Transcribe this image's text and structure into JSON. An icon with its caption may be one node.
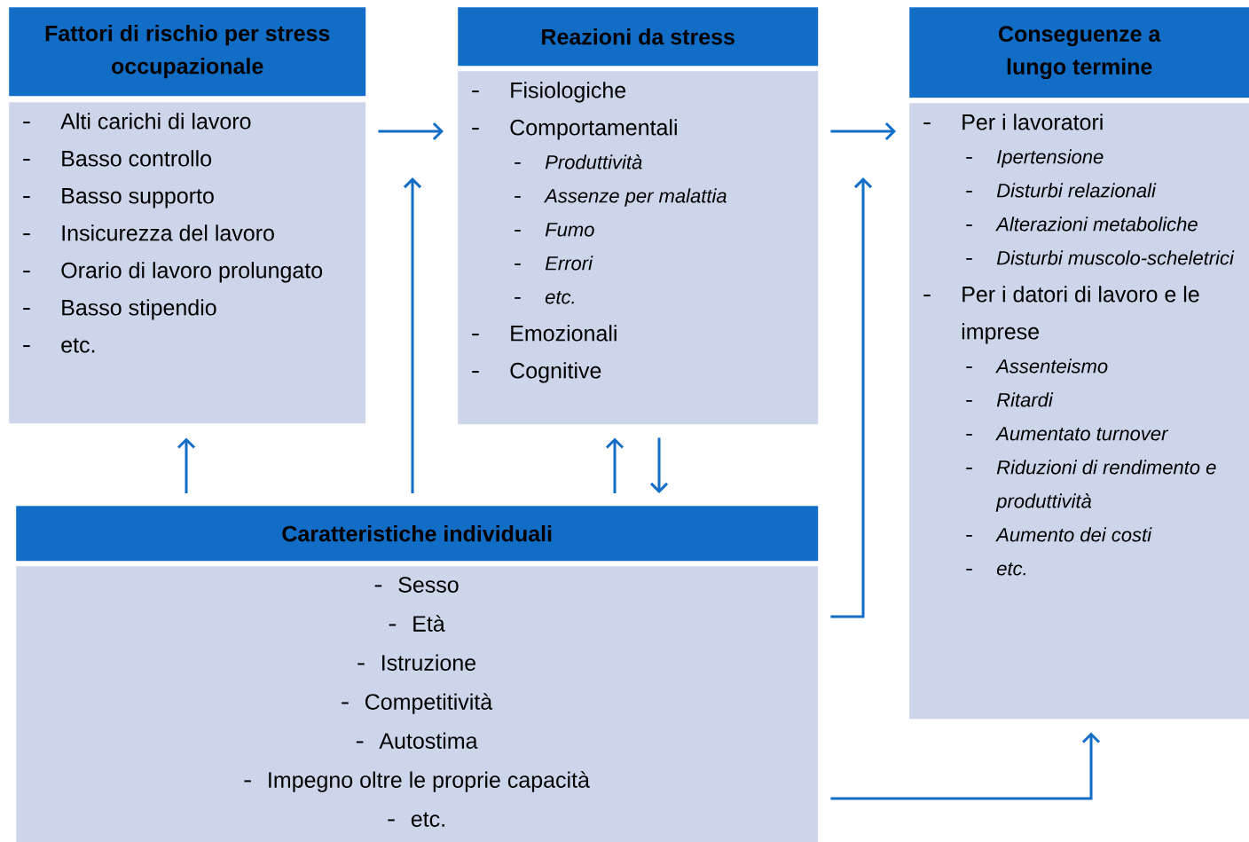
{
  "diagram": {
    "nodes": [
      {
        "text": [
          "Fattori di rischio per stress occupazionale"
        ]
      },
      {
        "text": [
          "Alti carichi di lavoro",
          "Basso controllo",
          "Basso supporto",
          "Insicurezza del lavoro",
          "Orario di lavoro prolungato",
          "Basso stipendio",
          "etc."
        ]
      },
      {
        "text": [
          "Reazioni da stress"
        ]
      },
      {
        "text": [
          "Fisiologiche",
          "Comportamentali",
          "Produttività",
          "Assenze per malattia",
          "Fumo",
          "Errori",
          "etc.",
          "Emozionali",
          "Cognitive"
        ]
      },
      {
        "text": [
          "Conseguenze a lungo termine"
        ]
      },
      {
        "text": [
          "Per i lavoratori",
          "Ipertensione",
          "Disturbi relazionali",
          "Alterazioni metaboliche",
          "Disturbi muscolo-scheletrici",
          "Per i datori di lavoro e le imprese",
          "Assenteismo",
          "Ritardi",
          "Aumentato turnover",
          "Riduzioni di rendimento e produttività",
          "Aumento dei costi",
          "etc."
        ]
      },
      {
        "text": [
          "Caratteristiche individuali"
        ]
      },
      {
        "text": [
          "Sesso",
          "Età",
          "Istruzione",
          "Competitività",
          "Autostima",
          "Impegno oltre le proprie capacità",
          "etc."
        ]
      }
    ],
    "edges": [
      {
        "from": 1,
        "to": 3,
        "arrow": "to"
      },
      {
        "from": 3,
        "to": 5,
        "arrow": "to"
      },
      {
        "from": 6,
        "to": 1,
        "arrow": "to"
      },
      {
        "from": 6,
        "to": null,
        "arrow": "to"
      },
      {
        "from": 6,
        "to": 3,
        "arrow": "to"
      },
      {
        "from": 3,
        "to": 6,
        "arrow": "to"
      },
      {
        "from": 7,
        "to": null,
        "arrow": "to"
      },
      {
        "from": 7,
        "to": 5,
        "arrow": "to"
      }
    ]
  }
}
